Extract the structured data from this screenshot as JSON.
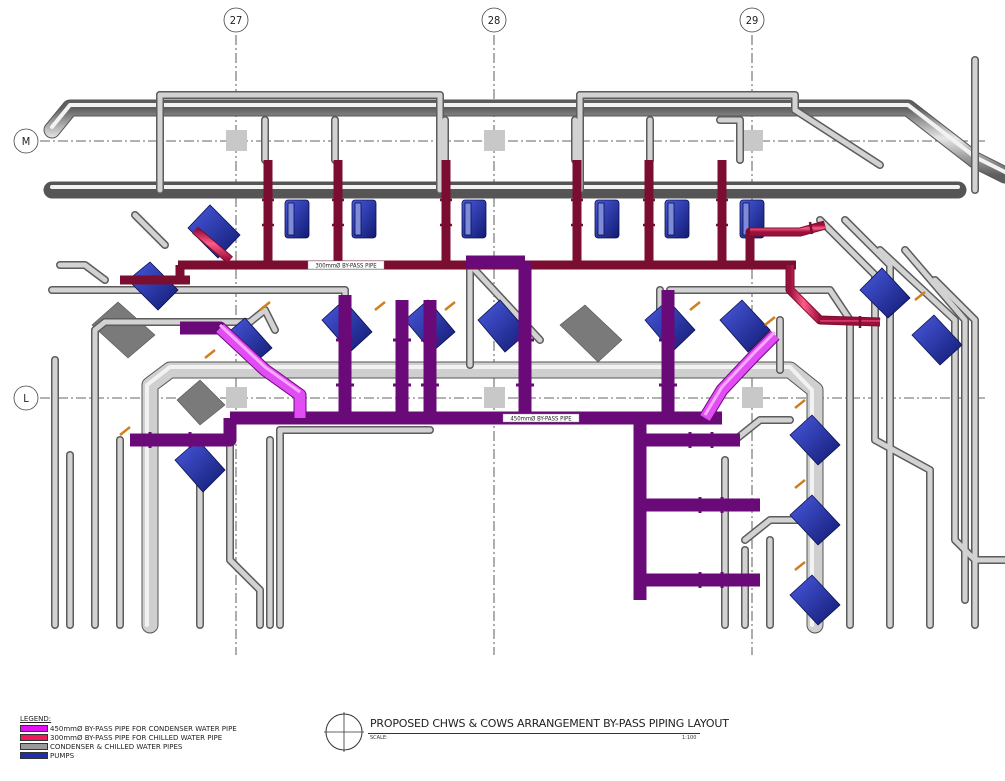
{
  "colors": {
    "condenser_bypass": "#e010f0",
    "chilled_bypass": "#ee1a5a",
    "cond_chilled_pipe": "#9a9a9a",
    "pump": "#1f2fa8"
  },
  "grid": {
    "columns": [
      "27",
      "28",
      "29"
    ],
    "rows": [
      "M",
      "L"
    ]
  },
  "pipe_labels": {
    "chilled": "300mmØ BY-PASS PIPE",
    "condenser": "450mmØ BY-PASS PIPE"
  },
  "legend": {
    "title": "LEGEND:",
    "items": [
      {
        "label": "450mmØ BY-PASS PIPE FOR CONDENSER WATER PIPE",
        "color": "#e010f0"
      },
      {
        "label": "300mmØ BY-PASS PIPE FOR CHILLED WATER PIPE",
        "color": "#ee1a5a"
      },
      {
        "label": "CONDENSER & CHILLED WATER PIPES",
        "color": "#9a9a9a"
      },
      {
        "label": "PUMPS",
        "color": "#1f2fa8"
      }
    ]
  },
  "title_block": {
    "title": "PROPOSED CHWS & COWS ARRANGEMENT BY-PASS PIPING LAYOUT",
    "scale_label": "SCALE:",
    "scale_value": "1:100"
  }
}
